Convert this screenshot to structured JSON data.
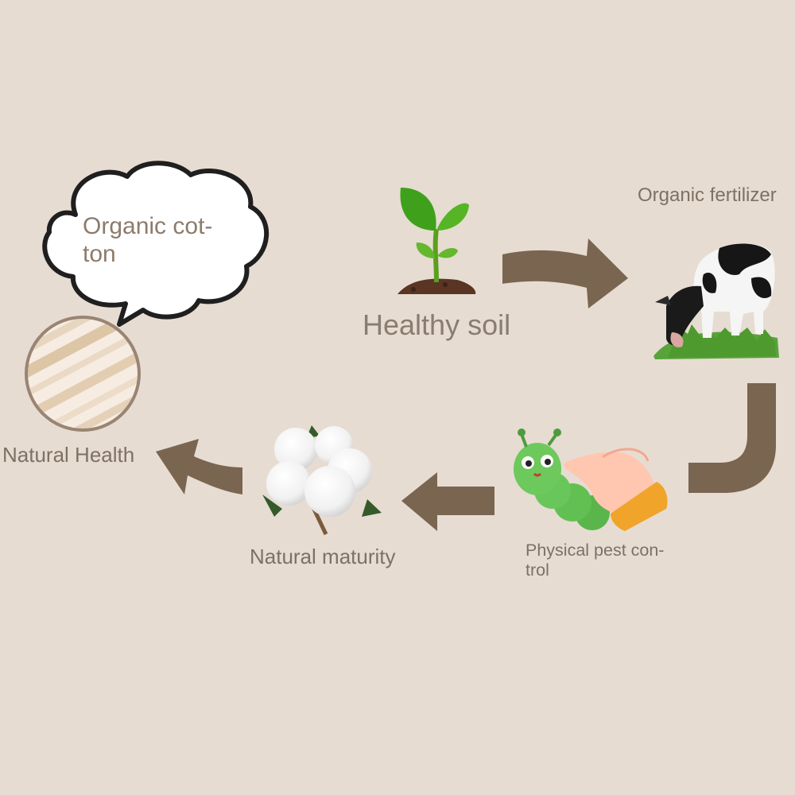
{
  "nodes": {
    "organic_cotton": "Organic cot- ton",
    "healthy_soil": "Healthy soil",
    "organic_fertilizer": "Organic fertilizer",
    "physical_pest_control": "Physical pest con- trol",
    "natural_maturity": "Natural maturity",
    "natural_health": "Natural Health"
  },
  "colors": {
    "background": "#e6dcd2",
    "arrow": "#7a6550",
    "label": "#7d6d60"
  },
  "icons": [
    "cloud-bubble",
    "sprout-icon",
    "cow-icon",
    "caterpillar-icon",
    "pointing-hand-icon",
    "cotton-boll-icon",
    "fabric-swatch"
  ]
}
